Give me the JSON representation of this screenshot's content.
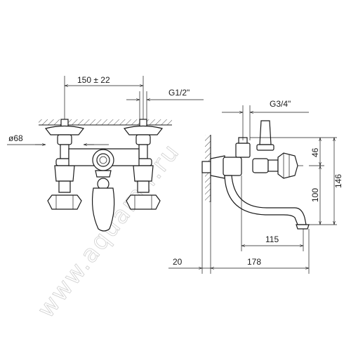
{
  "front_view": {
    "dim_spacing": "150 ± 22",
    "dim_flange": "ø68",
    "dim_thread": "G1/2\""
  },
  "side_view": {
    "dim_outlet": "G3/4\"",
    "dim_46": "46",
    "dim_100": "100",
    "dim_146": "146",
    "dim_115": "115",
    "dim_20": "20",
    "dim_178": "178"
  },
  "watermark": "www.aquamir.ru"
}
